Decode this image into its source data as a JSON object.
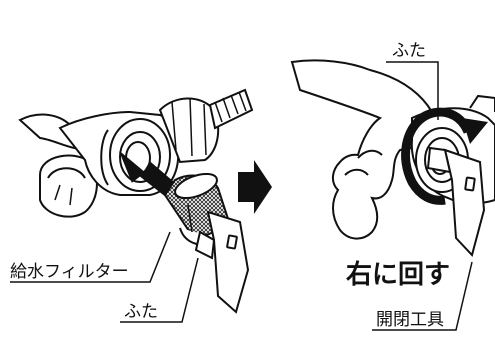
{
  "left_panel": {
    "label_filter": "給水フィルター",
    "label_cap": "ふた"
  },
  "right_panel": {
    "label_cap": "ふた",
    "instruction": "右に回す",
    "label_tool": "開閉工具"
  },
  "icons": {
    "next_step": "arrow-right-icon",
    "rotation": "clockwise-rotation-icon"
  }
}
